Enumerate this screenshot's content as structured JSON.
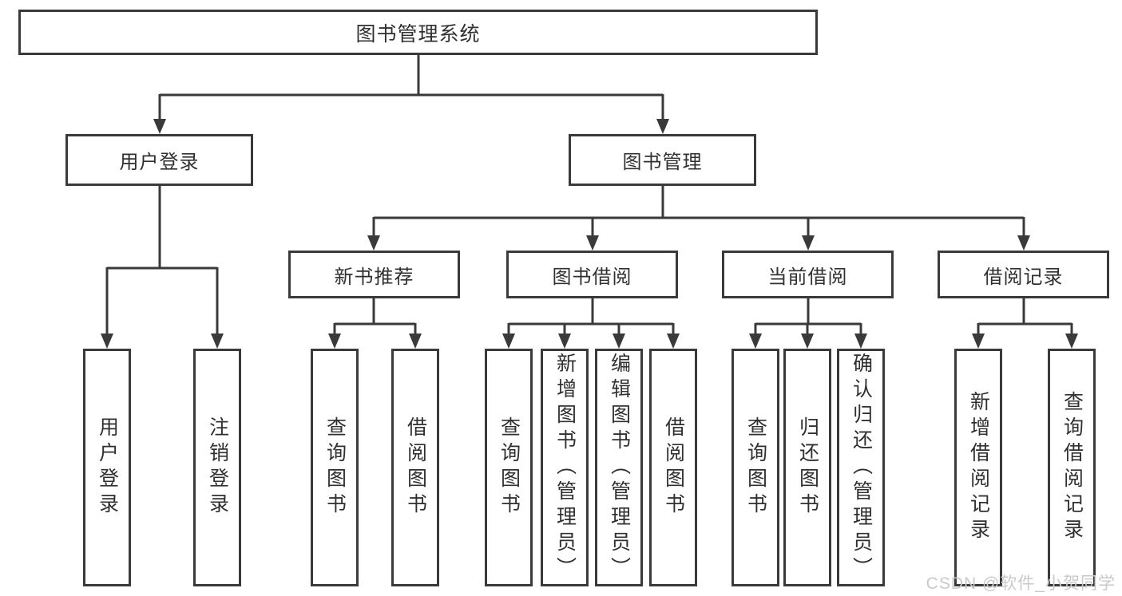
{
  "diagram_type": "tree",
  "colors": {
    "background": "#ffffff",
    "box_border": "#3a3a3a",
    "connector_line": "#3a3a3a",
    "text": "#303030",
    "watermark": "#c9c9c9"
  },
  "watermark": {
    "text": "CSDN @软件_小贺同学"
  },
  "nodes": {
    "root": "图书管理系统",
    "user_login": "用户登录",
    "book_management": "图书管理",
    "new_book_recommendation": "新书推荐",
    "book_borrowing": "图书借阅",
    "current_borrowing": "当前借阅",
    "borrowing_records": "借阅记录",
    "ul_login": "用户登录",
    "ul_logout": "注销登录",
    "nb_query": "查询图书",
    "nb_borrow": "借阅图书",
    "bb_query": "查询图书",
    "bb_add": "新增图书（管理员）",
    "bb_edit": "编辑图书（管理员）",
    "bb_borrow": "借阅图书",
    "cb_query": "查询图书",
    "cb_return": "归还图书",
    "cb_confirm": "确认归还（管理员）",
    "br_add": "新增借阅记录",
    "br_query": "查询借阅记录"
  },
  "hierarchy": {
    "图书管理系统": [
      "用户登录",
      "图书管理"
    ],
    "用户登录": [
      "用户登录",
      "注销登录"
    ],
    "图书管理": [
      "新书推荐",
      "图书借阅",
      "当前借阅",
      "借阅记录"
    ],
    "新书推荐": [
      "查询图书",
      "借阅图书"
    ],
    "图书借阅": [
      "查询图书",
      "新增图书（管理员）",
      "编辑图书（管理员）",
      "借阅图书"
    ],
    "当前借阅": [
      "查询图书",
      "归还图书",
      "确认归还（管理员）"
    ],
    "借阅记录": [
      "新增借阅记录",
      "查询借阅记录"
    ]
  }
}
